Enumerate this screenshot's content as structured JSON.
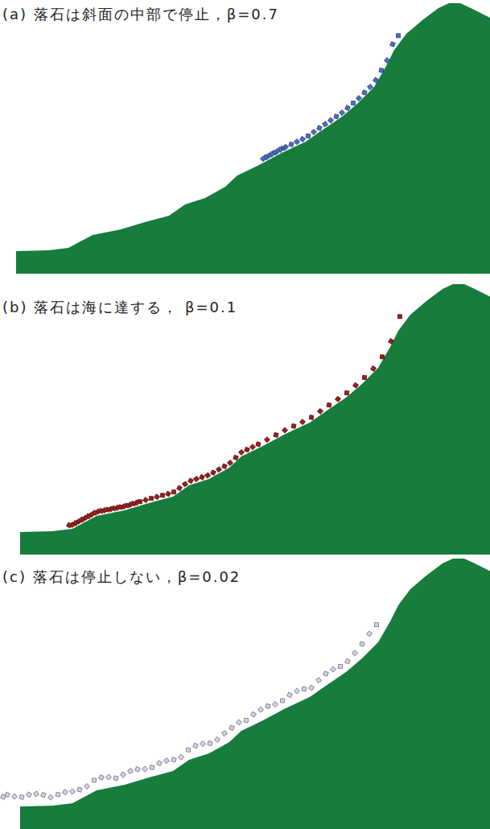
{
  "diagram": {
    "labels": [
      "(a) 落石は斜面の中部で停止，β=0.7",
      "(b) 落石は海に達する， β=0.1",
      "(c) 落石は停止しない，β=0.02"
    ]
  }
}
